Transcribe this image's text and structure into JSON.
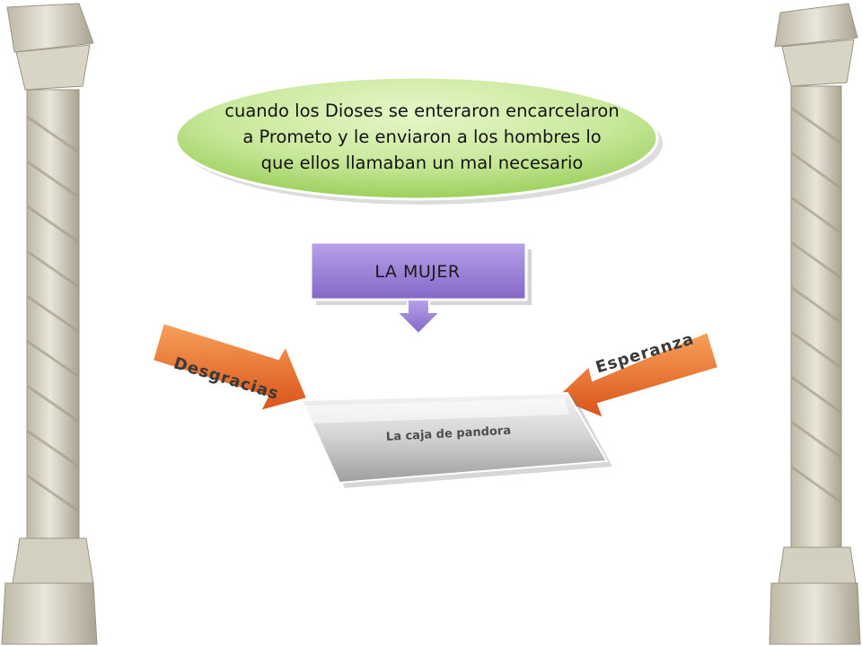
{
  "ellipse": {
    "text": "cuando los Dioses se enteraron encarcelaron a Prometo y le enviaron a los hombres lo que ellos llamaban un mal necesario"
  },
  "box": {
    "label": "LA MUJER"
  },
  "arrow_left": {
    "label": "Desgracias"
  },
  "arrow_right": {
    "label": "Esperanza"
  },
  "pandora_box": {
    "label": "La caja de pandora"
  },
  "colors": {
    "ellipse_fill": "#c8e89a",
    "box_fill": "#9b7fd4",
    "arrow_fill": "#e8641e",
    "pandora_fill": "#d8d8d8"
  }
}
